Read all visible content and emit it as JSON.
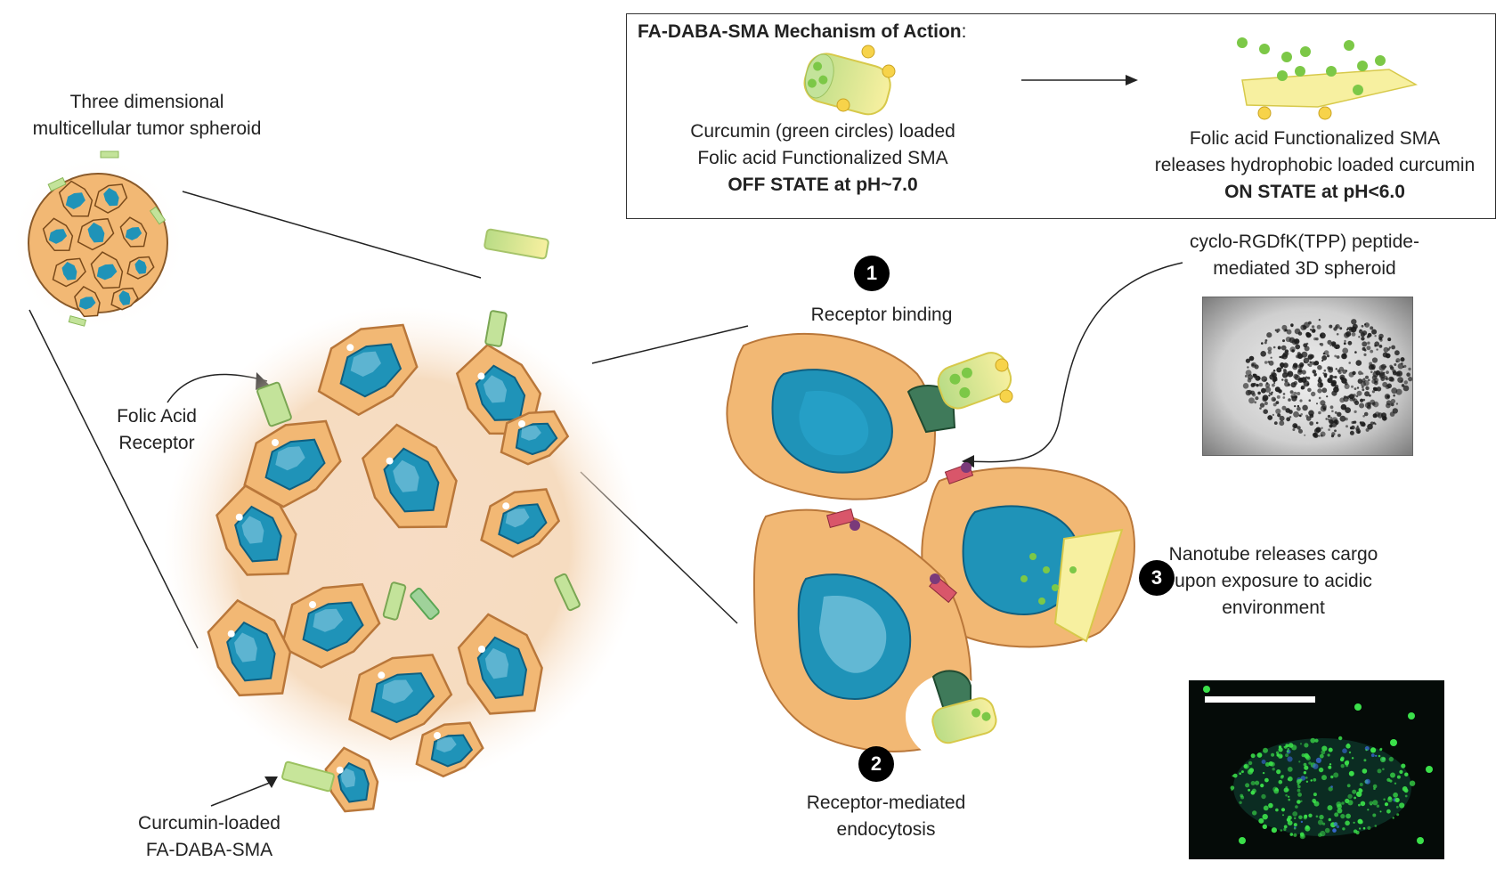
{
  "labels": {
    "spheroid_title": [
      "Three dimensional",
      "multicellular tumor spheroid"
    ],
    "folic_receptor": [
      "Folic Acid",
      "Receptor"
    ],
    "curcumin_loaded": [
      "Curcumin-loaded",
      "FA-DABA-SMA"
    ],
    "receptor_binding": "Receptor binding",
    "receptor_endocytosis": [
      "Receptor-mediated",
      "endocytosis"
    ],
    "nanotube_release": [
      "Nanotube releases cargo",
      "upon exposure to acidic",
      "environment"
    ],
    "rgd_spheroid": [
      "cyclo-RGDfK(TPP) peptide-",
      "mediated 3D spheroid"
    ]
  },
  "steps": [
    "1",
    "2",
    "3"
  ],
  "mechanism": {
    "title": "FA-DABA-SMA Mechanism of Action",
    "title_suffix": ":",
    "off_state": [
      "Curcumin (green circles) loaded",
      "Folic acid Functionalized SMA"
    ],
    "off_bold": "OFF STATE at pH~7.0",
    "on_state": [
      "Folic acid Functionalized SMA",
      "releases hydrophobic loaded curcumin"
    ],
    "on_bold": "ON STATE at pH<6.0"
  },
  "colors": {
    "cell_fill": "#f2b874",
    "cell_edge": "#b9773a",
    "nucleus": "#1f93b8",
    "nucleus_light": "#8fd0e6",
    "halo": "#f6dcc0",
    "nanotube": "#f7f0a0",
    "receptor": "#3f7a5a",
    "curcumin": "#7cc847",
    "junction": "#d9566a"
  },
  "icons": [
    "bright-field-micrograph",
    "fluorescence-micrograph",
    "scale-bar"
  ]
}
